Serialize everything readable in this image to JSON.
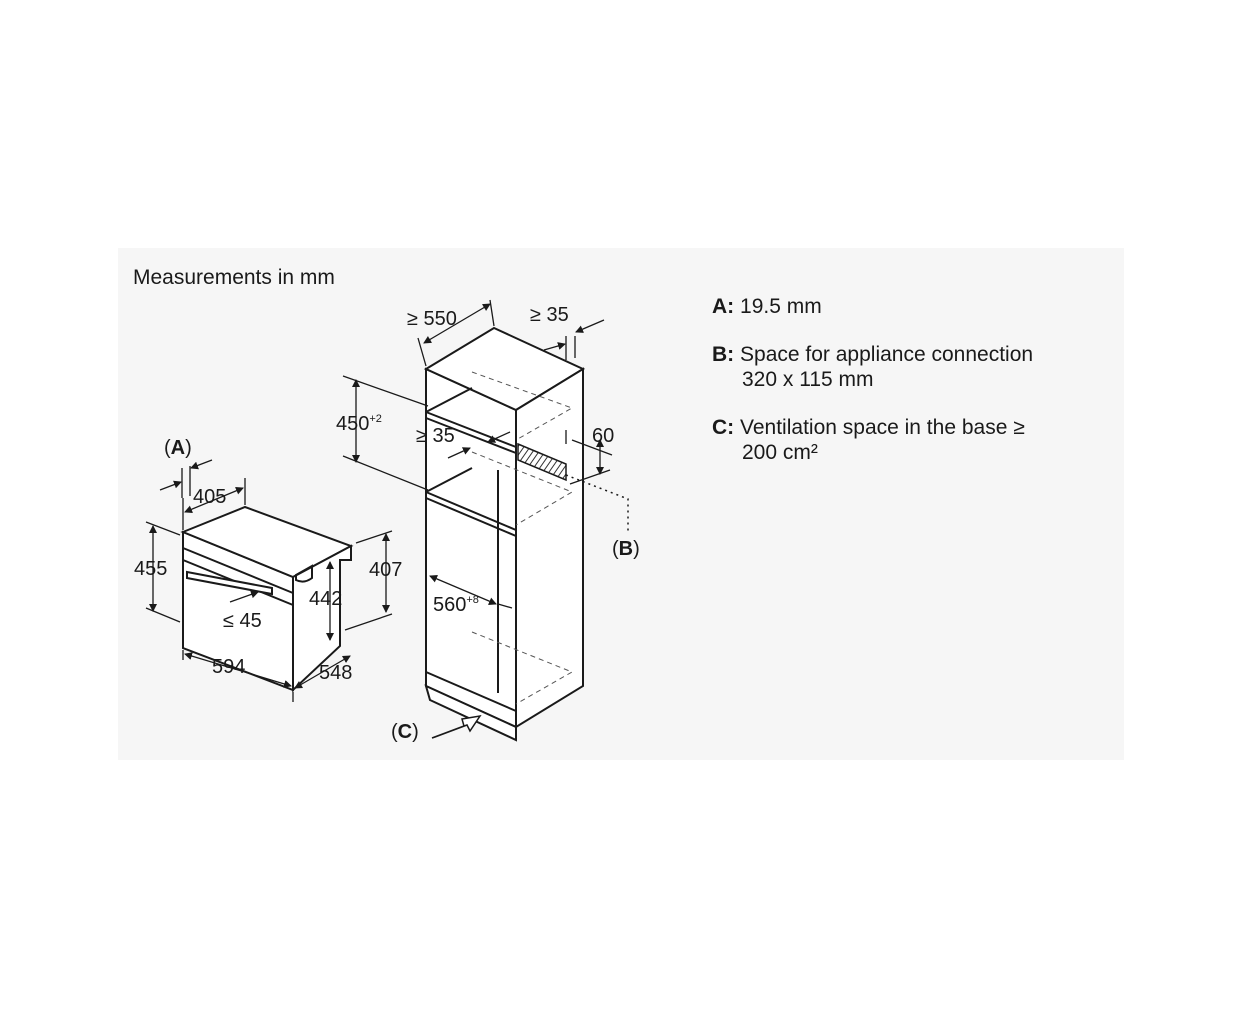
{
  "title": "Measurements in mm",
  "labels": {
    "A": "A",
    "B": "B",
    "C": "C"
  },
  "appliance_dims": {
    "depth_top": "405",
    "height_outer": "455",
    "height_front": "442",
    "height_side": "407",
    "handle": "≤ 45",
    "width": "594",
    "depth": "548"
  },
  "niche_dims": {
    "depth_min": "≥ 550",
    "rear_gap": "≥ 35",
    "niche_height": "450",
    "niche_height_tol": "+2",
    "inner_gap": "≥ 35",
    "connection_offset": "60",
    "niche_width": "560",
    "niche_width_tol": "+8"
  },
  "legend": [
    {
      "key": "A:",
      "line1": "19.5 mm",
      "line2": ""
    },
    {
      "key": "B:",
      "line1": "Space for appliance connection",
      "line2": "320 x 115 mm"
    },
    {
      "key": "C:",
      "line1": "Ventilation space in the base ≥",
      "line2": "200 cm²"
    }
  ]
}
